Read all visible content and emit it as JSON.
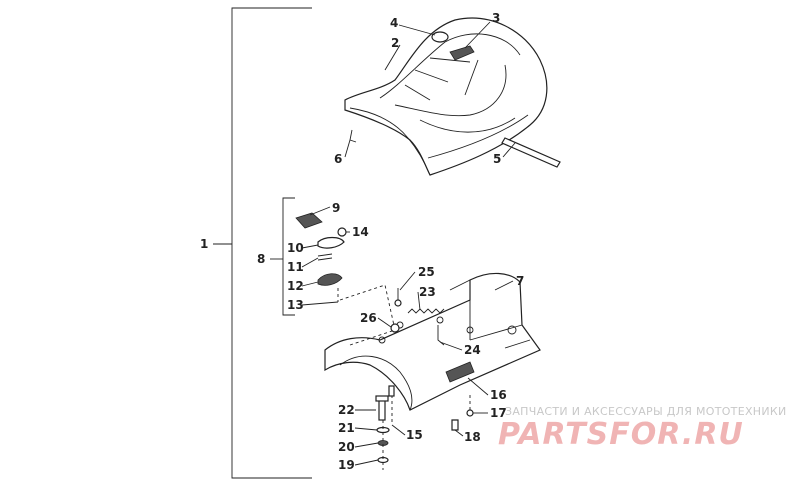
{
  "watermark": {
    "caption": "ЗАПЧАСТИ И АКСЕССУАРЫ ДЛЯ МОТОТЕХНИКИ",
    "brand": "PARTSFOR.RU",
    "brand_color": "#f0b4b4",
    "caption_color": "#c8c8c8"
  },
  "callouts": {
    "c1": "1",
    "c2": "2",
    "c3": "3",
    "c4": "4",
    "c5": "5",
    "c6": "6",
    "c7": "7",
    "c8": "8",
    "c9": "9",
    "c10": "10",
    "c11": "11",
    "c12": "12",
    "c13": "13",
    "c14": "14",
    "c15": "15",
    "c16": "16",
    "c17": "17",
    "c18": "18",
    "c19": "19",
    "c20": "20",
    "c21": "21",
    "c22": "22",
    "c23": "23",
    "c24": "24",
    "c25": "25",
    "c26": "26"
  }
}
